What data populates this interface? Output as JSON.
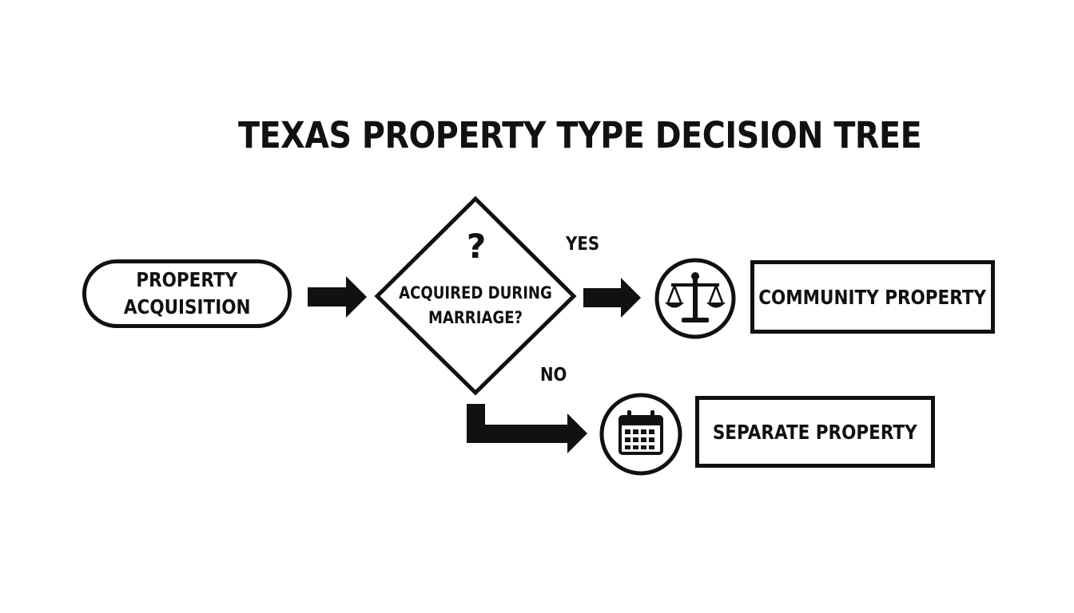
{
  "title": "TEXAS PROPERTY TYPE DECISION TREE",
  "start_node": {
    "line1": "PROPERTY",
    "line2": "ACQUISITION"
  },
  "decision": {
    "symbol": "?",
    "line1": "ACQUIRED DURING",
    "line2": "MARRIAGE?"
  },
  "branches": {
    "yes": {
      "label": "YES",
      "result": "COMMUNITY PROPERTY",
      "icon": "scales-of-justice-icon"
    },
    "no": {
      "label": "NO",
      "result": "SEPARATE PROPERTY",
      "icon": "calendar-icon"
    }
  },
  "colors": {
    "stroke": "#111111",
    "background": "#ffffff"
  }
}
